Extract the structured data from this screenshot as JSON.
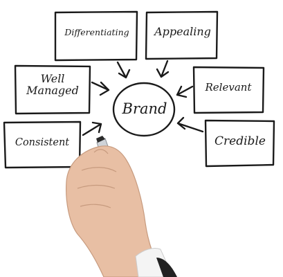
{
  "diagram": {
    "center": {
      "label": "Brand"
    },
    "attributes": [
      {
        "id": "differentiating",
        "label": "Differentiating"
      },
      {
        "id": "appealing",
        "label": "Appealing"
      },
      {
        "id": "well_managed",
        "label": "Well Managed"
      },
      {
        "id": "relevant",
        "label": "Relevant"
      },
      {
        "id": "consistent",
        "label": "Consistent"
      },
      {
        "id": "credible",
        "label": "Credible"
      }
    ]
  },
  "colors": {
    "ink": "#1a1a1a",
    "skin": "#e8bfa4",
    "marker": "#cfd3d8",
    "sleeve": "#f4f4f4"
  }
}
